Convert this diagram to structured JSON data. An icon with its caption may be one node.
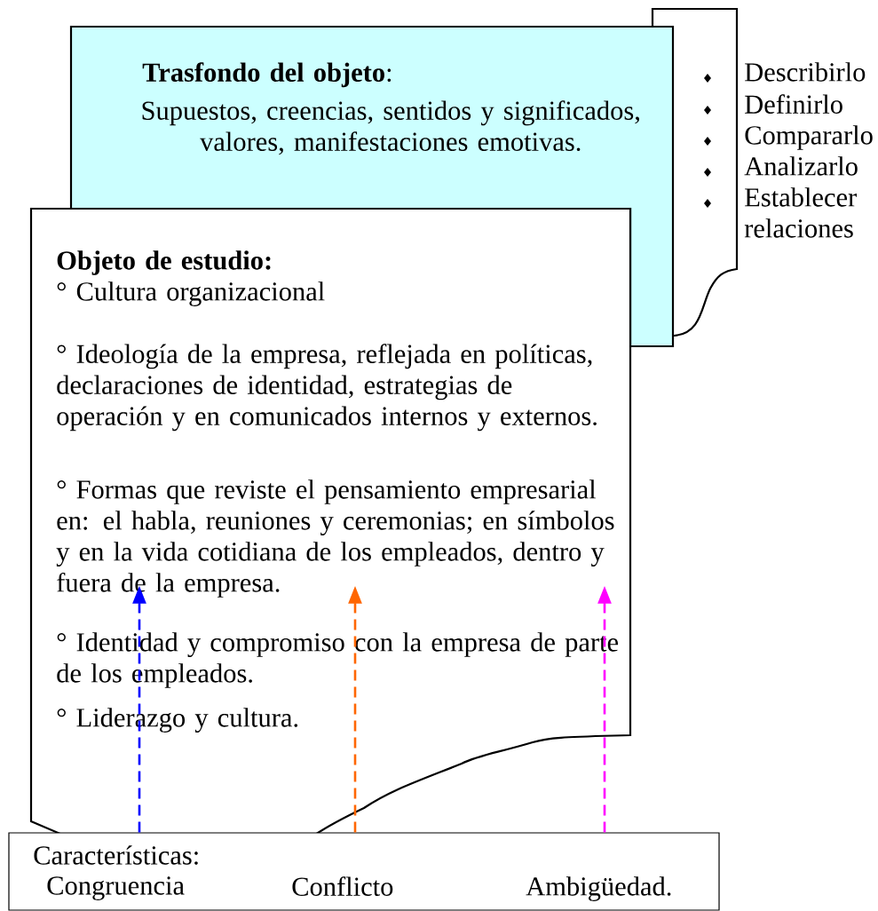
{
  "diagram": {
    "nodes": [
      {
        "text": [
          "Describirlo",
          "Definirlo",
          "Compararlo",
          "Analizarlo",
          "Establecer relaciones"
        ]
      },
      {
        "text": [
          "**Trasfondo del objeto**:",
          "Supuestos, creencias, sentidos y significados, valores, manifestaciones emotivas."
        ]
      },
      {
        "text": [
          "Objeto de estudio:",
          "° Cultura organizacional",
          "° Ideología de la empresa, reflejada en políticas, declaraciones de identidad, estrategias de operación y en comunicados internos y externos.",
          "° Formas que reviste el pensamiento empresarial en: el habla, reuniones y ceremonias; en símbolos y en la vida cotidiana de los empleados, dentro y fuera de la empresa.",
          "° Identidad y compromiso con la empresa de parte de los empleados.",
          "° Liderazgo y cultura."
        ]
      },
      {
        "text": [
          "Características:",
          "Congruencia",
          "Conflicto",
          "Ambigüedad."
        ]
      }
    ],
    "edges": [
      {
        "from": 3,
        "to": 2,
        "arrow": "to",
        "style": "dashed",
        "color": "#0000ff"
      },
      {
        "from": 3,
        "to": 2,
        "arrow": "to",
        "style": "dashed",
        "color": "#ff6600"
      },
      {
        "from": 3,
        "to": 2,
        "arrow": "to",
        "style": "dashed",
        "color": "#ff00ff"
      }
    ]
  }
}
